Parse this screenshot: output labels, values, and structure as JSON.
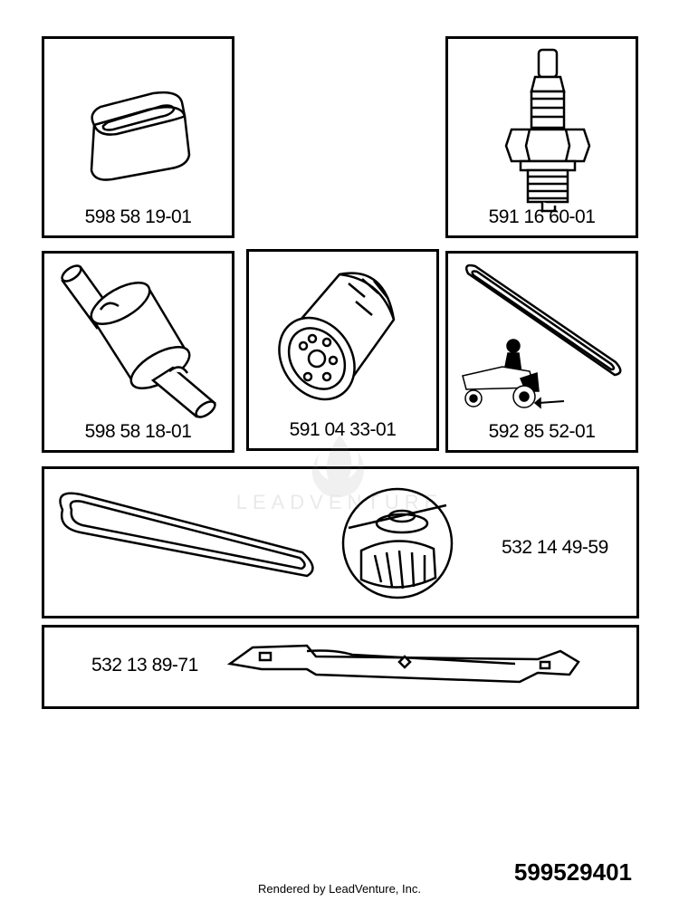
{
  "parts": [
    {
      "part_number": "598 58 19-01",
      "icon": "air-filter-icon"
    },
    {
      "part_number": "591 16 60-01",
      "icon": "spark-plug-icon"
    },
    {
      "part_number": "598 58 18-01",
      "icon": "fuel-filter-icon"
    },
    {
      "part_number": "591 04 33-01",
      "icon": "oil-filter-icon"
    },
    {
      "part_number": "592 85 52-01",
      "icon": "drive-belt-icon"
    },
    {
      "part_number": "532 14 49-59",
      "icon": "deck-belt-and-spindle-icon"
    },
    {
      "part_number": "532 13 89-71",
      "icon": "mower-blade-icon"
    }
  ],
  "watermark": "LEADVENTURE",
  "diagram_number": "599529401",
  "footer": "Rendered by LeadVenture, Inc."
}
